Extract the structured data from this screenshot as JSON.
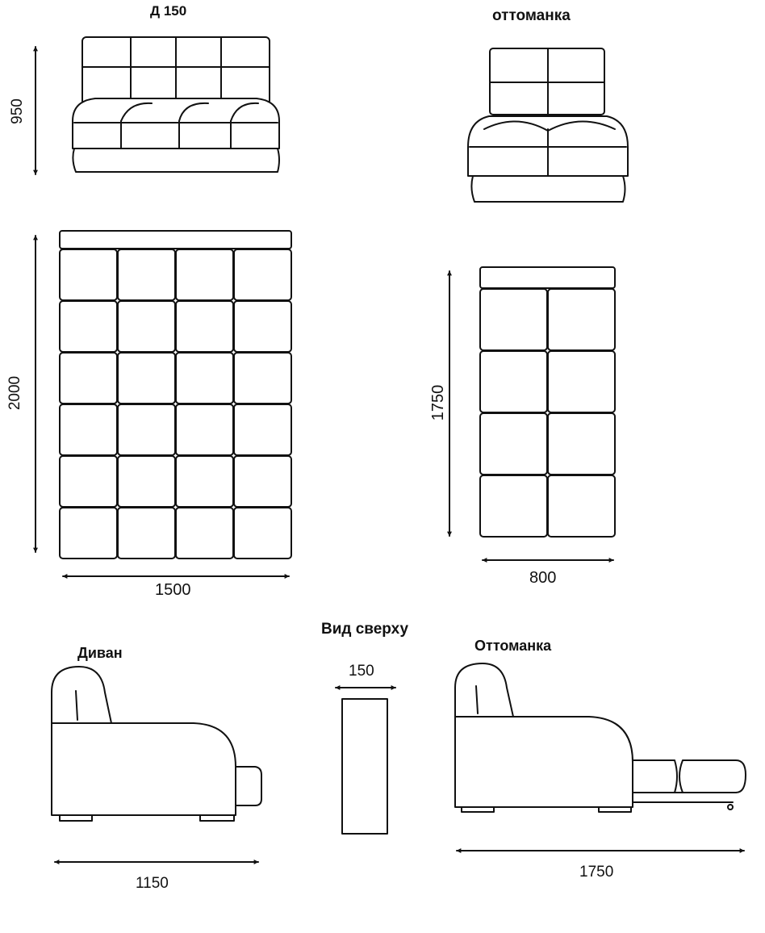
{
  "labels": {
    "sofa_title": "Д 150",
    "ottoman_title": "оттоманка",
    "top_view_title": "Вид сверху",
    "sofa_side_title": "Диван",
    "ottoman_side_title": "Оттоманка"
  },
  "dimensions": {
    "sofa_height": "950",
    "sofa_length": "2000",
    "sofa_width": "1500",
    "ottoman_length": "1750",
    "ottoman_width": "800",
    "armrest_width": "150",
    "sofa_depth": "1150",
    "ottoman_depth": "1750"
  },
  "colors": {
    "line": "#111111",
    "background": "#ffffff"
  }
}
